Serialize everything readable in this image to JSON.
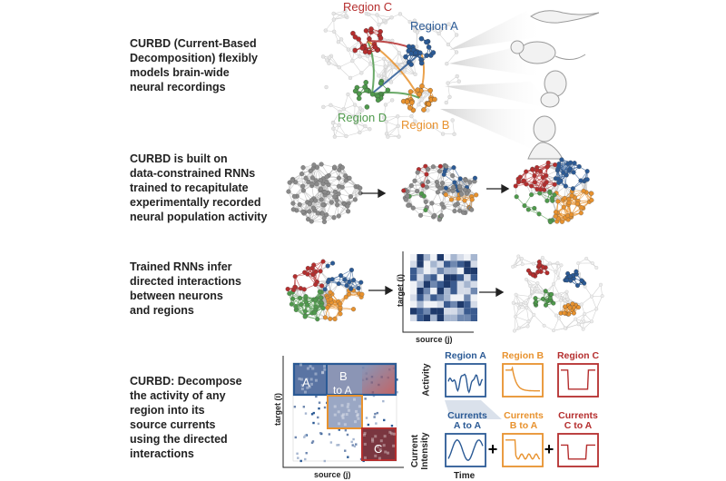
{
  "colors": {
    "region_a": "#2b5a95",
    "region_b": "#e8922e",
    "region_c": "#b52e2e",
    "region_d": "#4f9a4c",
    "neutral": "#8a8a8a"
  },
  "sections": [
    {
      "text": [
        "CURBD (Current-Based",
        "Decomposition) flexibly",
        "models brain-wide",
        "neural recordings"
      ]
    },
    {
      "text": [
        "CURBD is built on",
        "data-constrained RNNs",
        "trained to recapitulate",
        "experimentally recorded",
        "neural population activity"
      ]
    },
    {
      "text": [
        "Trained RNNs infer",
        "directed interactions",
        "between neurons",
        "and regions"
      ]
    },
    {
      "text": [
        "CURBD: Decompose",
        "the activity of any",
        "region into its",
        "source currents",
        "using the directed",
        "interactions"
      ]
    }
  ],
  "regions": {
    "a": "Region A",
    "b": "Region B",
    "c": "Region C",
    "d": "Region D"
  },
  "matrix_axes": {
    "target": "target (i)",
    "source": "source (j)"
  },
  "matrix_blocks": {
    "a": "A",
    "b": "B",
    "to_a": "to A",
    "c": "C"
  },
  "plots": {
    "activity_label": "Activity",
    "current_label_1": "Current",
    "current_label_2": "Intensity",
    "time_label": "Time",
    "region_a": "Region A",
    "region_b": "Region B",
    "region_c": "Region C",
    "currents_a": [
      "Currents",
      "A to A"
    ],
    "currents_b": [
      "Currents",
      "B to A"
    ],
    "currents_c": [
      "Currents",
      "C to A"
    ],
    "plus": "+"
  },
  "icons": [
    "zebrafish-icon",
    "mouse-icon",
    "monkey-icon",
    "human-icon"
  ]
}
